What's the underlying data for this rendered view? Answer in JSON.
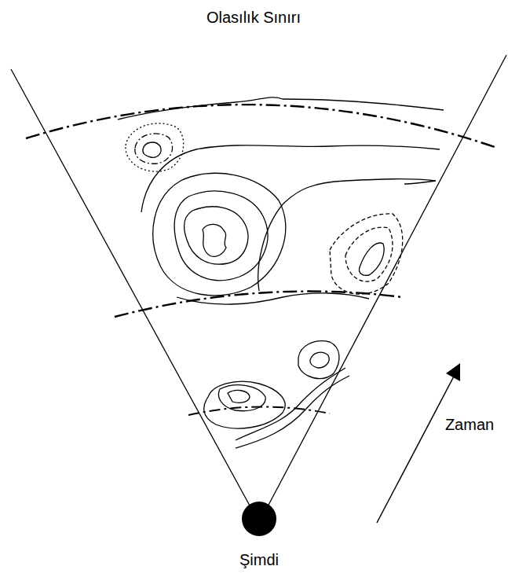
{
  "diagram": {
    "labels": [
      "Olasılık Sınırı",
      "Zaman",
      "Şimdi"
    ]
  }
}
